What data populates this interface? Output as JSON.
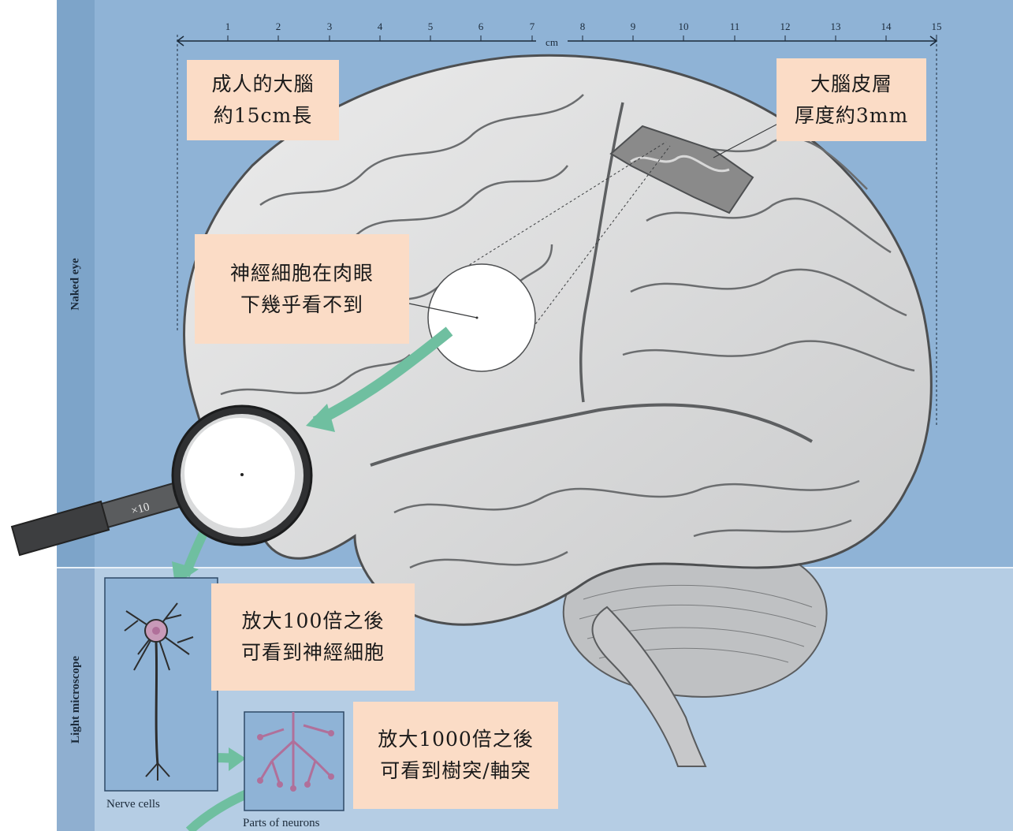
{
  "side_labels": {
    "top": "Naked eye",
    "bottom": "Light microscope"
  },
  "ruler": {
    "ticks": [
      "1",
      "2",
      "3",
      "4",
      "5",
      "6",
      "7",
      "8",
      "9",
      "10",
      "11",
      "12",
      "13",
      "14",
      "15"
    ],
    "unit": "cm"
  },
  "magnifier": {
    "label": "×10"
  },
  "callouts": {
    "brain_length": {
      "line1": "成人的大腦",
      "line2": "約15cm長"
    },
    "cortex": {
      "line1": "大腦皮層",
      "line2": "厚度約3mm"
    },
    "naked_eye": {
      "line1": "神經細胞在肉眼",
      "line2": "下幾乎看不到"
    },
    "x100": {
      "line1": "放大100倍之後",
      "line2": "可看到神經細胞"
    },
    "x1000": {
      "line1": "放大1000倍之後",
      "line2": "可看到樹突/軸突"
    }
  },
  "panels": {
    "nerve_cells": "Nerve cells",
    "parts_of_neurons": "Parts of neurons"
  },
  "colors": {
    "naked_eye_bg": "#8fb3d6",
    "microscope_bg": "#b5cde4",
    "callout_bg": "#fbdcc6",
    "arrow": "#6fbfa0",
    "neuron": "#b0709a"
  }
}
